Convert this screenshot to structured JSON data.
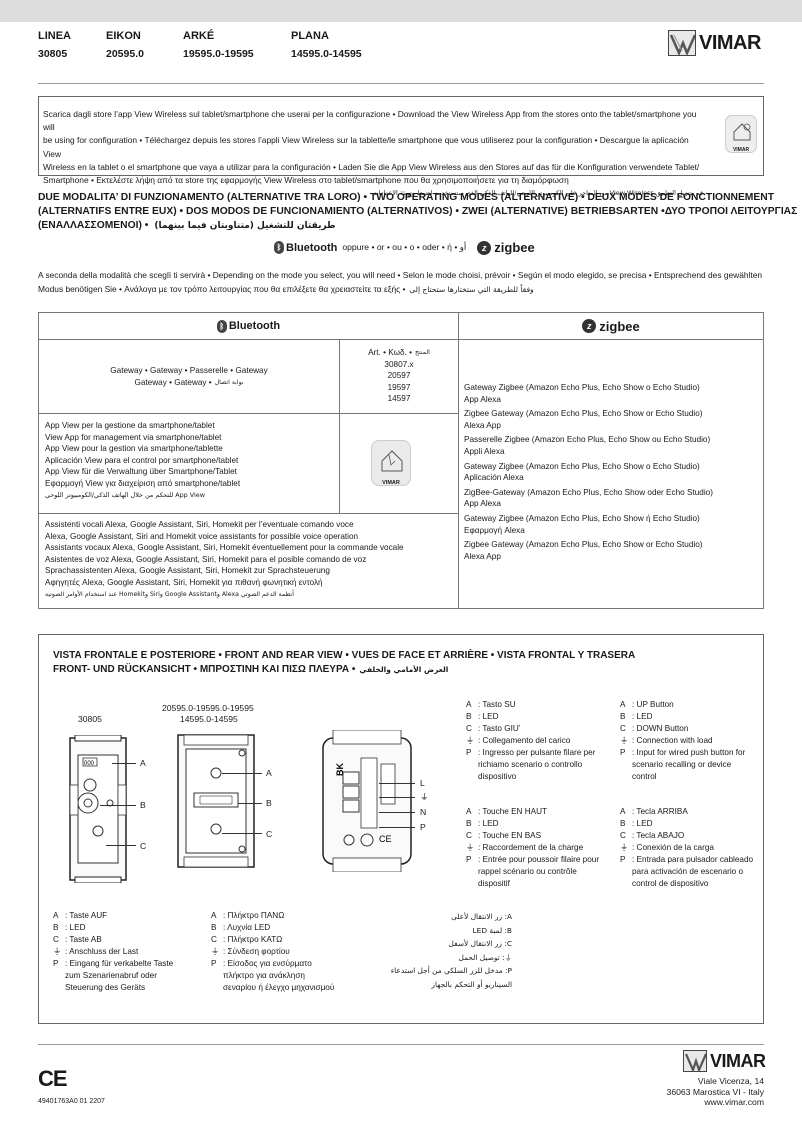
{
  "header": {
    "columns": [
      {
        "label": "LINEA",
        "value": "30805"
      },
      {
        "label": "EIKON",
        "value": "20595.0"
      },
      {
        "label": "ARKÉ",
        "value": "19595.0-19595"
      },
      {
        "label": "PLANA",
        "value": "14595.0-14595"
      }
    ],
    "brand": "VIMAR"
  },
  "intro": {
    "lines": [
      "Scarica dagli store l’app View Wireless sul tablet/smartphone che userai per la configurazione • Download the View Wireless App from the stores onto the tablet/smartphone you will",
      "be using for configuration • Téléchargez depuis les stores l’appli View Wireless sur la tablette/le smartphone que vous utiliserez pour la configuration • Descargue la aplicación View",
      "Wireless en la tablet o el smartphone que vaya a utilizar para la configuración • Laden Sie die App View Wireless aus den Stores auf das für die Konfiguration verwendete Tablet/",
      "Smartphone • Εκτελέστε λήψη από τα store της εφαρμογής View Wireless στο tablet/smartphone που θα χρησιμοποιήσετε για τη διαμόρφωση"
    ],
    "arabic": "قم بتنزيل التطبيق View Wireless من المتاجر على الكومبيوتر اللوحي/الهاتف الذكي الذي ستستخدمه لضبط وتهيئة الإعدادات",
    "app_brand": "VIMAR"
  },
  "modes": {
    "title_lines": [
      "DUE MODALITA’ DI FUNZIONAMENTO (ALTERNATIVE TRA LORO) • TWO OPERATING MODES (ALTERNATIVE) • DEUX MODES DE FONCTIONNEMENT",
      "(ALTERNATIFS ENTRE EUX) • DOS MODOS DE FUNCIONAMIENTO (ALTERNATIVOS) • ZWEI (ALTERNATIVE) BETRIEBSARTEN •ΔΥΟ ΤΡΟΠΟΙ ΛΕΙΤΟΥΡΓΙΑΣ",
      "(ΕΝΑΛΛΑΣΣΟΜΕΝΟΙ) •"
    ],
    "title_arabic": "طريقتان للتشغيل (متناوبتان فيما بينهما)",
    "bluetooth": "Bluetooth",
    "or_text": "oppure • or • ou • o • oder • ή • أو",
    "zigbee": "zigbee",
    "note_lines": [
      "A seconda della modalità che sceglì ti servirà • Depending on the mode you select, you will need • Selon le mode choisi, prévoir • Según el modo elegido, se precisa • Entsprechend des gewählten",
      "Modus benötigen Sie • Ανάλογα με τον τρόπο λειτουργίας που θα επιλέξετε θα χρειαστείτε τα εξής •"
    ],
    "note_arabic": "وفقاً للطريقة التي ستختارها ستحتاج إلى"
  },
  "table": {
    "bt_header": "Bluetooth",
    "zb_header": "zigbee",
    "gateway": [
      "Gateway • Gateway • Passerelle • Gateway",
      "Gateway • Gateway •"
    ],
    "gateway_arabic": "بوابة اتصال",
    "art_label": "Art. • Κωδ. •",
    "art_arabic": "المنتج",
    "art_codes": [
      "30807.x",
      "20597",
      "19597",
      "14597"
    ],
    "app_view": [
      "App View per la gestione da smartphone/tablet",
      "View App for management via smartphone/tablet",
      "App View pour la gestion via smartphone/tablette",
      "Aplicación View para el control por smartphone/tablet",
      "App View für die Verwaltung über Smartphone/Tablet",
      "Εφαρμογή View για διαχείριση από smartphone/tablet"
    ],
    "app_view_arabic": "App View للتحكم من خلال الهاتف الذكي/الكومبيوتر اللوحي",
    "assistants": [
      "Assistenti vocali Alexa, Google Assistant, Siri, Homekit per l’eventuale comando voce",
      "Alexa, Google Assistant, Siri and Homekit voice assistants for possible voice operation",
      "Assistants vocaux Alexa, Google Assistant, Siri, Homekit éventuellement pour la commande vocale",
      "Asistentes de voz Alexa, Google Assistant, Siri, Homekit para el posible comando de voz",
      "Sprachassistenten Alexa, Google Assistant, Siri, Homekit zur Sprachsteuerung",
      "Αφηγητές Alexa, Google Assistant, Siri, Homekit για πιθανή φωνητική εντολή"
    ],
    "assistants_arabic": "أنظمة الدعم الصوتي Alexa وGoogle Assistant وSiri وHomekit عند استخدام الأوامر الصوتية",
    "zigbee_items": [
      [
        "Gateway Zigbee (Amazon Echo Plus, Echo Show o Echo Studio)",
        "App Alexa"
      ],
      [
        "Zigbee Gateway (Amazon Echo Plus, Echo Show or Echo Studio)",
        "Alexa App"
      ],
      [
        "Passerelle Zigbee  (Amazon Echo Plus, Echo Show ou Echo Studio)",
        "Appli Alexa"
      ],
      [
        "Gateway Zigbee (Amazon Echo Plus, Echo Show o Echo Studio)",
        "Aplicación Alexa"
      ],
      [
        "ZigBee-Gateway (Amazon Echo Plus, Echo Show oder Echo Studio)",
        "App Alexa"
      ],
      [
        "Gateway Zigbee (Amazon Echo Plus, Echo Show ή Echo Studio)",
        "Εφαρμογή Alexa"
      ],
      [
        "Zigbee Gateway (Amazon Echo Plus, Echo Show or Echo Studio)",
        "Alexa App"
      ]
    ]
  },
  "views": {
    "title_line1": "VISTA FRONTALE E POSTERIORE • FRONT AND REAR VIEW • VUES DE FACE ET ARRIÈRE • VISTA FRONTAL Y TRASERA",
    "title_line2": "FRONT- UND RÜCKANSICHT • ΜΠΡΟΣΤΙΝΗ ΚΑΙ ΠΙΣΩ ΠΛΕΥΡΑ •",
    "title_arabic": "العرض الأمامي والخلفي",
    "code_left": "30805",
    "code_mid_1": "20595.0-19595.0-19595",
    "code_mid_2": "14595.0-14595",
    "markers": [
      "A",
      "B",
      "C"
    ],
    "terminals": [
      "L",
      "N",
      "P"
    ],
    "legend_it": [
      [
        "A",
        ": Tasto SU"
      ],
      [
        "B",
        ": LED"
      ],
      [
        "C",
        ": Tasto GIU’"
      ],
      [
        "⏚",
        ": Collegamento del carico"
      ],
      [
        "P",
        ": Ingresso per pulsante filare per richiamo scenario o controllo dispositivo"
      ]
    ],
    "legend_en": [
      [
        "A",
        ": UP Button"
      ],
      [
        "B",
        ": LED"
      ],
      [
        "C",
        ": DOWN Button"
      ],
      [
        "⏚",
        ": Connection with load"
      ],
      [
        "P",
        ": Input for wired push button for scenario recalling or device control"
      ]
    ],
    "legend_fr": [
      [
        "A",
        ": Touche EN HAUT"
      ],
      [
        "B",
        ": LED"
      ],
      [
        "C",
        ": Touche EN BAS"
      ],
      [
        "⏚",
        ": Raccordement de la charge"
      ],
      [
        "P",
        ": Entrée pour poussoir filaire pour rappel scénario ou contrôle dispositif"
      ]
    ],
    "legend_es": [
      [
        "A",
        ": Tecla ARRIBA"
      ],
      [
        "B",
        ": LED"
      ],
      [
        "C",
        ": Tecla ABAJO"
      ],
      [
        "⏚",
        ": Conexión de la carga"
      ],
      [
        "P",
        ": Entrada para pulsador cableado para activación de escenario o control de dispositivo"
      ]
    ],
    "legend_de": [
      [
        "A",
        ": Taste AUF"
      ],
      [
        "B",
        ": LED"
      ],
      [
        "C",
        ": Taste AB"
      ],
      [
        "⏚",
        ": Anschluss der Last"
      ],
      [
        "P",
        ": Eingang für verkabelte Taste zum Szenarienabruf oder Steuerung des Geräts"
      ]
    ],
    "legend_el": [
      [
        "A",
        ": Πλήκτρο ΠΑΝΩ"
      ],
      [
        "B",
        ": Λυχνία LED"
      ],
      [
        "C",
        ": Πλήκτρο ΚΑΤΩ"
      ],
      [
        "⏚",
        ": Σύνδεση φορτίου"
      ],
      [
        "P",
        ": Είσοδος για ενσύρματο πλήκτρο για ανάκληση σεναρίου ή έλεγχο μηχανισμού"
      ]
    ],
    "legend_ar": [
      "A: زر الانتقال لأعلى",
      "B: لمبة LED",
      "C: زر الانتقال لأسفل",
      "⏚: توصيل الحمل",
      "P: مدخل للزر السلكي من أجل استدعاء السيناريو أو التحكم بالجهاز"
    ]
  },
  "footer": {
    "ce": "CE",
    "doc_code": "49401763A0  01  2207",
    "brand": "VIMAR",
    "address": [
      "Viale Vicenza, 14",
      "36063 Marostica VI - Italy",
      "www.vimar.com"
    ]
  }
}
